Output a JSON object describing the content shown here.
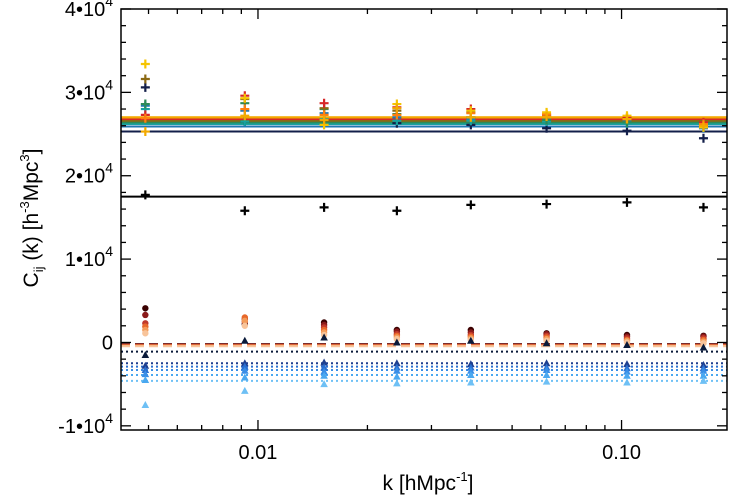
{
  "chart_data": {
    "type": "scatter",
    "title": "",
    "xlabel": {
      "base": "k [hMpc",
      "sup": "-1",
      "tail": "]"
    },
    "ylabel": {
      "C": "C",
      "sub": "ij",
      "mid": " (k) [h",
      "sup1": "-3",
      "mid2": "Mpc",
      "sup2": "3",
      "tail": "]"
    },
    "xscale": "log",
    "xlim": [
      0.0042,
      0.195
    ],
    "ylim": [
      -10500,
      40000
    ],
    "yticks": [
      {
        "value": -10000,
        "label": "-1•10",
        "exp": "4"
      },
      {
        "value": 0,
        "label": "0",
        "exp": ""
      },
      {
        "value": 10000,
        "label": "1•10",
        "exp": "4"
      },
      {
        "value": 20000,
        "label": "2•10",
        "exp": "4"
      },
      {
        "value": 30000,
        "label": "3•10",
        "exp": "4"
      },
      {
        "value": 40000,
        "label": "4•10",
        "exp": "4"
      }
    ],
    "xticks": [
      {
        "value": 0.01,
        "label": "0.01"
      },
      {
        "value": 0.1,
        "label": "0.10"
      }
    ],
    "x": [
      0.0049,
      0.0092,
      0.0152,
      0.0241,
      0.0385,
      0.0622,
      0.1035,
      0.168
    ],
    "grid": false,
    "legend": "none",
    "series": [
      {
        "color": "#000000",
        "marker": "plus",
        "line": 17500,
        "dash": "solid",
        "values": [
          17700,
          15800,
          16200,
          15800,
          16500,
          16600,
          16800,
          16200
        ]
      },
      {
        "color": "#131f4a",
        "marker": "plus",
        "line": 25300,
        "dash": "solid",
        "values": [
          30600,
          26500,
          26700,
          26300,
          26100,
          25700,
          25400,
          24500
        ]
      },
      {
        "color": "#1f77b4",
        "marker": "plus",
        "line": 25900,
        "dash": "solid",
        "values": [
          28400,
          27800,
          27500,
          27000,
          26800,
          26700,
          26500,
          25700
        ]
      },
      {
        "color": "#17a2a0",
        "marker": "plus",
        "line": 26200,
        "dash": "solid",
        "values": [
          28000,
          26500,
          26800,
          26600,
          26600,
          26500,
          26300,
          25900
        ]
      },
      {
        "color": "#2e8b57",
        "marker": "plus",
        "line": 26400,
        "dash": "solid",
        "values": [
          28600,
          28700,
          28000,
          27400,
          27000,
          26700,
          26400,
          26100
        ]
      },
      {
        "color": "#8b6914",
        "marker": "plus",
        "line": 26600,
        "dash": "solid",
        "values": [
          31600,
          29200,
          28100,
          27800,
          27600,
          27200,
          26900,
          26300
        ]
      },
      {
        "color": "#d62728",
        "marker": "plus",
        "line": 26800,
        "dash": "solid",
        "values": [
          27300,
          29600,
          28700,
          28200,
          28000,
          27300,
          27000,
          26400
        ]
      },
      {
        "color": "#ff7f0e",
        "marker": "plus",
        "line": 27000,
        "dash": "solid",
        "values": [
          26900,
          28000,
          27300,
          27300,
          27500,
          27400,
          26800,
          26200
        ]
      },
      {
        "color": "#f5c400",
        "marker": "plus",
        "line": 27000,
        "dash": "solid",
        "values": [
          33400,
          29300,
          26100,
          28600,
          27800,
          27600,
          27200,
          25800
        ]
      },
      {
        "color": "#f2a900",
        "marker": "plus",
        "line": 27000,
        "dash": "solid",
        "values": [
          25300,
          27200,
          26700,
          28100,
          27000,
          27100,
          26800,
          26000
        ]
      },
      {
        "color": "#3a0000",
        "marker": "circle",
        "line": -200,
        "dash": "dashed",
        "values": [
          4100,
          2200,
          2400,
          1500,
          1500,
          1100,
          900,
          800
        ]
      },
      {
        "color": "#8b1a1a",
        "marker": "circle",
        "line": -250,
        "dash": "dashed",
        "values": [
          3300,
          2800,
          2100,
          1300,
          1200,
          1000,
          700,
          700
        ]
      },
      {
        "color": "#c0392b",
        "marker": "circle",
        "line": -300,
        "dash": "dashed",
        "values": [
          2300,
          2500,
          1800,
          1000,
          900,
          800,
          500,
          500
        ]
      },
      {
        "color": "#e8682a",
        "marker": "circle",
        "line": -350,
        "dash": "dashed",
        "values": [
          1900,
          3000,
          1500,
          800,
          700,
          600,
          300,
          300
        ]
      },
      {
        "color": "#f39c5a",
        "marker": "circle",
        "line": -400,
        "dash": "dashed",
        "values": [
          1500,
          2600,
          1200,
          600,
          500,
          400,
          200,
          100
        ]
      },
      {
        "color": "#f8c49a",
        "marker": "circle",
        "line": -450,
        "dash": "dashed",
        "values": [
          1100,
          2000,
          900,
          400,
          300,
          200,
          0,
          -100
        ]
      },
      {
        "color": "#0a1a3a",
        "marker": "triangle",
        "line": -1100,
        "dash": "dotted",
        "values": [
          -1500,
          200,
          600,
          0,
          200,
          -100,
          -300,
          -600
        ]
      },
      {
        "color": "#1f3f8f",
        "marker": "triangle",
        "line": -2500,
        "dash": "dotted",
        "values": [
          -2800,
          -2500,
          -2400,
          -2500,
          -2600,
          -2500,
          -2600,
          -2700
        ]
      },
      {
        "color": "#2a6fd0",
        "marker": "triangle",
        "line": -2900,
        "dash": "dotted",
        "values": [
          -3300,
          -2900,
          -3000,
          -3000,
          -3000,
          -3000,
          -3100,
          -3100
        ]
      },
      {
        "color": "#3a8ee6",
        "marker": "triangle",
        "line": -3300,
        "dash": "dotted",
        "values": [
          -3800,
          -3400,
          -3500,
          -3400,
          -3400,
          -3300,
          -3500,
          -3400
        ]
      },
      {
        "color": "#4aa8f0",
        "marker": "triangle",
        "line": -3900,
        "dash": "dotted",
        "values": [
          -4500,
          -4200,
          -4000,
          -4100,
          -3900,
          -3900,
          -4000,
          -4000
        ]
      },
      {
        "color": "#6ec0f5",
        "marker": "triangle",
        "line": -4600,
        "dash": "dotted",
        "values": [
          -7500,
          -5800,
          -5000,
          -4900,
          -4800,
          -4700,
          -4800,
          -4600
        ]
      }
    ]
  }
}
